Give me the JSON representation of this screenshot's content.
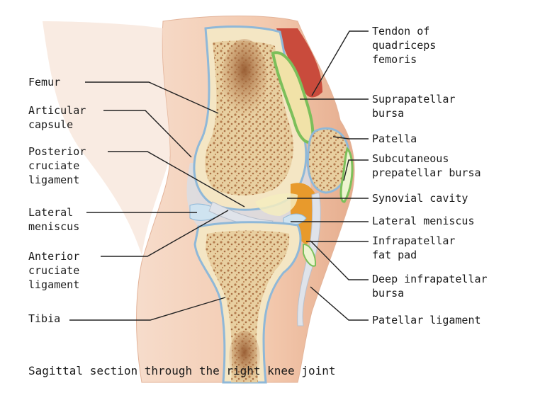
{
  "caption": "Sagittal section through the right knee joint",
  "labels_left": {
    "femur": [
      "Femur"
    ],
    "articular_capsule": [
      "Articular",
      "capsule"
    ],
    "posterior_cruciate": [
      "Posterior",
      "cruciate",
      "ligament"
    ],
    "lateral_meniscus": [
      "Lateral",
      "meniscus"
    ],
    "anterior_cruciate": [
      "Anterior",
      "cruciate",
      "ligament"
    ],
    "tibia": [
      "Tibia"
    ]
  },
  "labels_right": {
    "tendon_quadriceps": [
      "Tendon of",
      "quadriceps",
      "femoris"
    ],
    "suprapatellar_bursa": [
      "Suprapatellar",
      "bursa"
    ],
    "patella": [
      "Patella"
    ],
    "subcutaneous_bursa": [
      "Subcutaneous",
      "prepatellar bursa"
    ],
    "synovial_cavity": [
      "Synovial cavity"
    ],
    "lateral_meniscus": [
      "Lateral meniscus"
    ],
    "infrapatellar_fat_pad": [
      "Infrapatellar",
      "fat pad"
    ],
    "deep_infrapatellar_bursa": [
      "Deep infrapatellar",
      "bursa"
    ],
    "patellar_ligament": [
      "Patellar ligament"
    ]
  },
  "colors": {
    "skin": "#f3cdb4",
    "skin_shadow": "#e2a98a",
    "bone_cortex": "#f4e6c4",
    "bone_marrow": "#a8744a",
    "cartilage": "#9cc4e0",
    "muscle": "#c94b3c",
    "bursa": "#7cbf5a",
    "fat": "#e89a2c",
    "ligament": "#d8dde6",
    "leader": "#222222"
  }
}
